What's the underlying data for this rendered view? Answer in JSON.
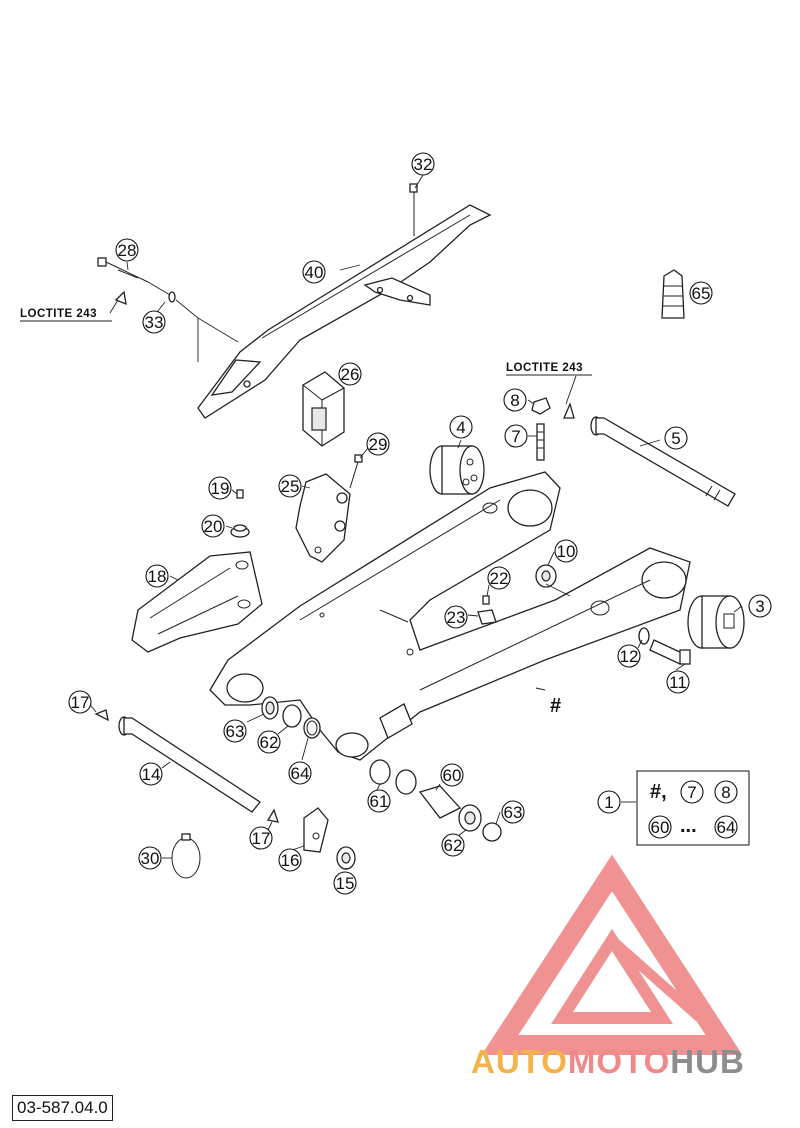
{
  "diagram": {
    "callouts": [
      {
        "id": "32",
        "label": "32"
      },
      {
        "id": "28",
        "label": "28"
      },
      {
        "id": "40",
        "label": "40"
      },
      {
        "id": "33",
        "label": "33"
      },
      {
        "id": "65",
        "label": "65"
      },
      {
        "id": "26",
        "label": "26"
      },
      {
        "id": "8",
        "label": "8"
      },
      {
        "id": "7",
        "label": "7"
      },
      {
        "id": "4",
        "label": "4"
      },
      {
        "id": "5",
        "label": "5"
      },
      {
        "id": "29",
        "label": "29"
      },
      {
        "id": "19",
        "label": "19"
      },
      {
        "id": "25",
        "label": "25"
      },
      {
        "id": "20",
        "label": "20"
      },
      {
        "id": "10",
        "label": "10"
      },
      {
        "id": "18",
        "label": "18"
      },
      {
        "id": "22",
        "label": "22"
      },
      {
        "id": "3",
        "label": "3"
      },
      {
        "id": "23",
        "label": "23"
      },
      {
        "id": "12",
        "label": "12"
      },
      {
        "id": "11",
        "label": "11"
      },
      {
        "id": "17a",
        "label": "17"
      },
      {
        "id": "63a",
        "label": "63"
      },
      {
        "id": "62a",
        "label": "62"
      },
      {
        "id": "64a",
        "label": "64"
      },
      {
        "id": "14",
        "label": "14"
      },
      {
        "id": "60a",
        "label": "60"
      },
      {
        "id": "61",
        "label": "61"
      },
      {
        "id": "63b",
        "label": "63"
      },
      {
        "id": "62b",
        "label": "62"
      },
      {
        "id": "17b",
        "label": "17"
      },
      {
        "id": "16",
        "label": "16"
      },
      {
        "id": "30",
        "label": "30"
      },
      {
        "id": "15",
        "label": "15"
      },
      {
        "id": "1",
        "label": "1"
      }
    ],
    "loctite_labels": [
      "LOCTITE 243",
      "LOCTITE 243"
    ],
    "swingarm_mark": "#",
    "kit_box": {
      "row1_hash": "#,",
      "row1_items": [
        "7",
        "8"
      ],
      "row2_from": "60",
      "row2_dots": "...",
      "row2_to": "64"
    },
    "part_code": "03-587.04.0",
    "watermark": {
      "part1": "AUTO",
      "part2": "MOTO",
      "part3": "HUB"
    }
  },
  "colors": {
    "watermark_red": "#ef7f7f",
    "watermark_yellow": "#f3b24a",
    "watermark_grey": "#8d8d8d"
  }
}
